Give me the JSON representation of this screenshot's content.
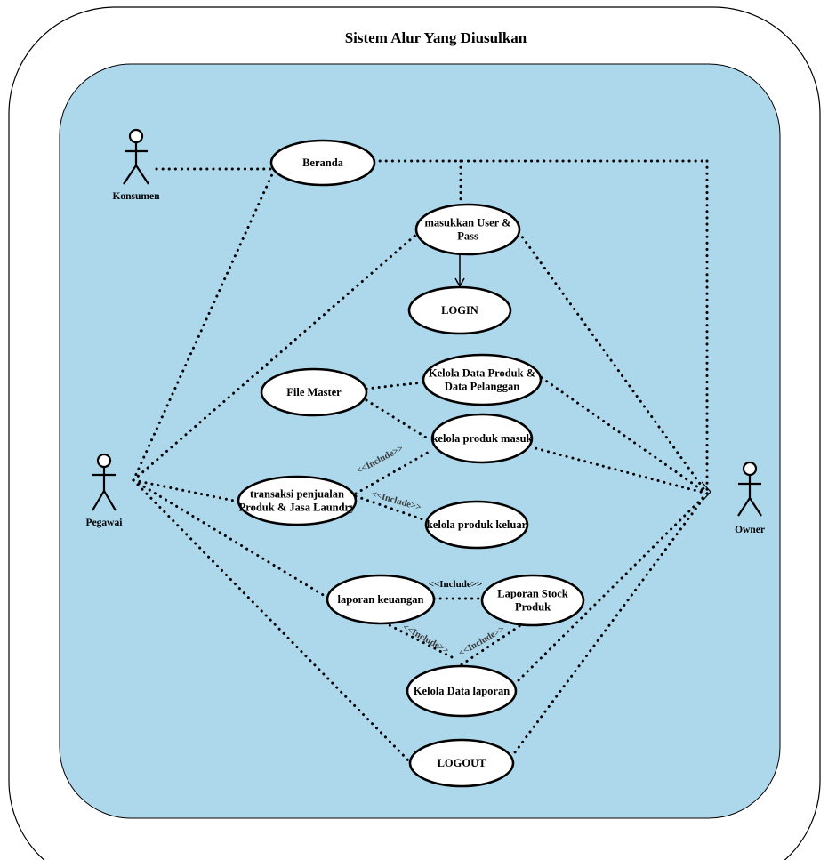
{
  "title": "Sistem Alur Yang Diusulkan",
  "actors": {
    "konsumen": "Konsumen",
    "pegawai": "Pegawai",
    "owner": "Owner"
  },
  "use_cases": {
    "beranda": [
      "Beranda"
    ],
    "masukkan_user_pass": [
      "masukkan User &",
      "Pass"
    ],
    "login": [
      "LOGIN"
    ],
    "file_master": [
      "File Master"
    ],
    "kelola_data_produk": [
      "Kelola Data Produk &",
      "Data Pelanggan"
    ],
    "kelola_produk_masuk": [
      "kelola produk masuk"
    ],
    "transaksi_penjualan": [
      "transaksi penjualan",
      "Produk & Jasa Laundry"
    ],
    "kelola_produk_keluar": [
      "kelola produk keluar"
    ],
    "laporan_keuangan": [
      "laporan keuangan"
    ],
    "laporan_stock_produk": [
      "Laporan  Stock",
      "Produk"
    ],
    "kelola_data_laporan": [
      "Kelola Data laporan"
    ],
    "logout": [
      "LOGOUT"
    ]
  },
  "include_label": "<<Include>>",
  "colors": {
    "system_fill": "#add8ec",
    "outline": "#000000",
    "use_case_fill": "#ffffff"
  }
}
